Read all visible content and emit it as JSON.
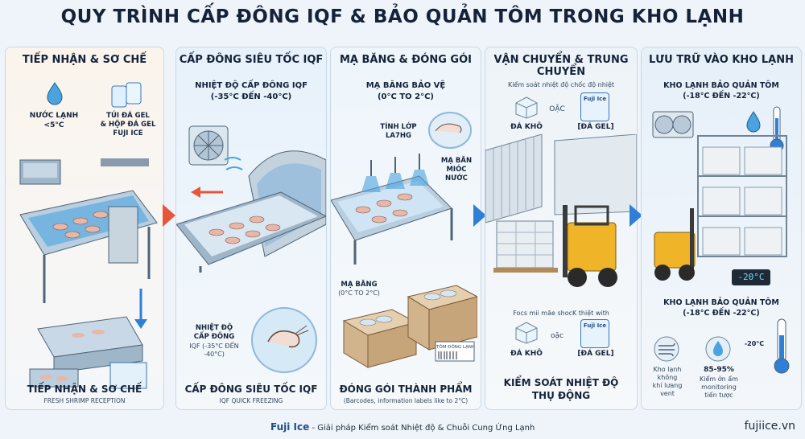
{
  "title": "QUY TRÌNH CẤP ĐÔNG IQF & BẢO QUẢN TÔM TRONG KHO LẠNH",
  "panels": [
    {
      "head": "TIẾP NHẬN & SƠ CHẾ",
      "labels": [
        "NƯỚC LẠNH",
        "<5°C",
        "TÚI ĐÁ GEL",
        "& HỘP ĐÁ GEL",
        "FUJI ICE"
      ],
      "bottom_title": "TIẾP NHẬN & SƠ CHẾ",
      "bottom_sub": "FRESH SHRIMP RECEPTION"
    },
    {
      "head": "CẤP ĐÔNG SIÊU TỐC IQF",
      "labels": [
        "NHIỆT ĐỘ CẤP ĐÔNG IQF",
        "(-35°C ĐẾN -40°C)",
        "NHIỆT ĐỘ",
        "CẤP ĐÔNG",
        "IQF (-35°C ĐẾN",
        "-40°C)"
      ],
      "bottom_title": "CẤP ĐÔNG SIÊU TỐC IQF",
      "bottom_sub": "IQF QUICK FREEZING"
    },
    {
      "head": "MẠ BĂNG & ĐÓNG GÓI",
      "labels": [
        "MẠ BĂNG BẢO VỆ",
        "(0°C TO 2°C)",
        "TÍNH LỚP",
        "LA7HG",
        "MẠ BĂN",
        "MIÓC",
        "NƯỚC",
        "MẠ BĂNG",
        "(0°C TO 2°C)",
        "TÔM ĐÔNG LẠNH"
      ],
      "bottom_title": "ĐÓNG GÓI THÀNH PHẨM",
      "bottom_sub": "(Barcodes, information labels like to 2°C)"
    },
    {
      "head": "VẬN CHUYỂN & TRUNG CHUYỂN",
      "labels": [
        "Kiểm soát nhiệt độ chốc độ nhiệt",
        "ĐÁ KHÔ",
        "OẶC",
        "[ĐÁ GEL]",
        "Focs mii mãe shocK thiệt with",
        "ĐÁ KHÔ",
        "oặc",
        "[ĐÁ GEL]",
        "Fuji Ice",
        "Fuji Ice"
      ],
      "bottom_title": "KIỂM SOÁT NHIỆT ĐỘ",
      "bottom_title2": "THỤ ĐỘNG"
    },
    {
      "head": "LƯU TRỮ VÀO KHO LẠNH",
      "labels": [
        "KHO LẠNH BẢO QUẢN TÔM",
        "(-18°C ĐẾN -22°C)",
        "-20°C",
        "KHO LẠNH BẢO QUẢN TÔM",
        "(-18°C ĐẾN -22°C)",
        "-20°C",
        "Kho lạnh",
        "không",
        "khí lưang",
        "vent",
        "85-95%",
        "Kiểm ởn ẩm",
        "monitoring",
        "tiến tược"
      ]
    }
  ],
  "footer": {
    "brand": "Fuji Ice",
    "tagline": " - Giải pháp Kiểm soát Nhiệt độ & Chuỗi Cung Ứng Lạnh",
    "site": "fujiice.vn"
  },
  "colors": {
    "warm_arrow": "#e8553a",
    "cool_arrow": "#2f7fd6",
    "brand": "#1f4e8c"
  }
}
